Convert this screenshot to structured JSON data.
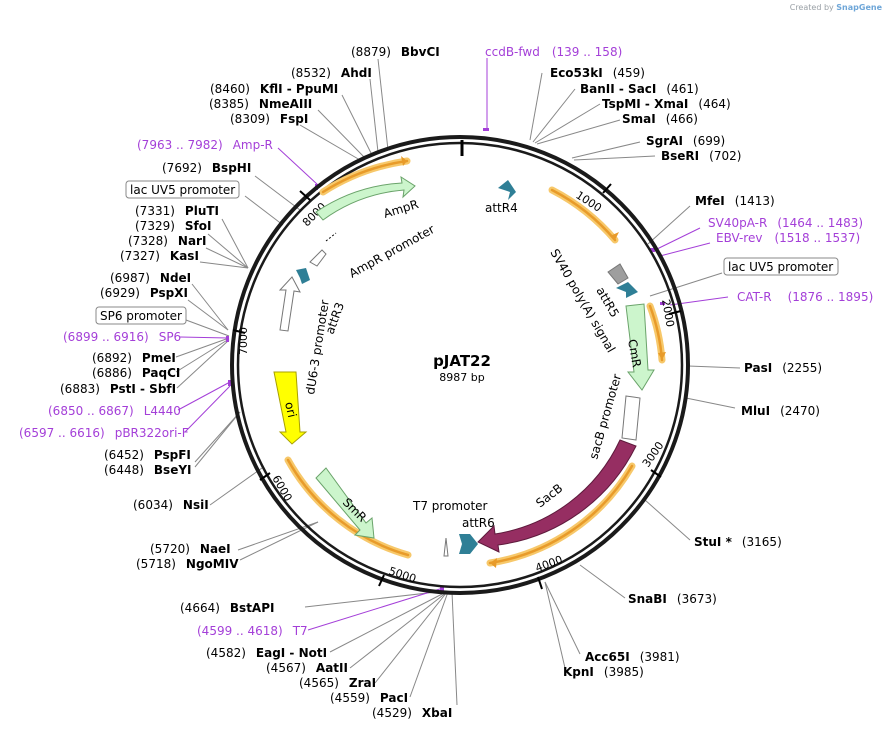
{
  "credit": {
    "prefix": "Created by",
    "brand": "SnapGene"
  },
  "plasmid": {
    "name": "pJAT22",
    "length": "8987 bp",
    "total_bp": 8987
  },
  "ticks": [
    "1000",
    "2000",
    "3000",
    "4000",
    "5000",
    "6000",
    "7000",
    "8000"
  ],
  "sites": [
    {
      "name": "BbvCI",
      "pos": "(8879)"
    },
    {
      "name": "AhdI",
      "pos": "(8532)"
    },
    {
      "name": "KflI - PpuMI",
      "pos": "(8460)"
    },
    {
      "name": "NmeAIII",
      "pos": "(8385)"
    },
    {
      "name": "FspI",
      "pos": "(8309)"
    },
    {
      "name": "BspHI",
      "pos": "(7692)"
    },
    {
      "name": "PluTI",
      "pos": "(7331)"
    },
    {
      "name": "SfoI",
      "pos": "(7329)"
    },
    {
      "name": "NarI",
      "pos": "(7328)"
    },
    {
      "name": "KasI",
      "pos": "(7327)"
    },
    {
      "name": "NdeI",
      "pos": "(6987)"
    },
    {
      "name": "PspXI",
      "pos": "(6929)"
    },
    {
      "name": "PmeI",
      "pos": "(6892)"
    },
    {
      "name": "PaqCI",
      "pos": "(6886)"
    },
    {
      "name": "PstI - SbfI",
      "pos": "(6883)"
    },
    {
      "name": "PspFI",
      "pos": "(6452)"
    },
    {
      "name": "BseYI",
      "pos": "(6448)"
    },
    {
      "name": "NsiI",
      "pos": "(6034)"
    },
    {
      "name": "NaeI",
      "pos": "(5720)"
    },
    {
      "name": "NgoMIV",
      "pos": "(5718)"
    },
    {
      "name": "BstAPI",
      "pos": "(4664)"
    },
    {
      "name": "EagI - NotI",
      "pos": "(4582)"
    },
    {
      "name": "AatII",
      "pos": "(4567)"
    },
    {
      "name": "ZraI",
      "pos": "(4565)"
    },
    {
      "name": "PacI",
      "pos": "(4559)"
    },
    {
      "name": "XbaI",
      "pos": "(4529)"
    },
    {
      "name": "Eco53kI",
      "pos": "(459)"
    },
    {
      "name": "BanII - SacI",
      "pos": "(461)"
    },
    {
      "name": "TspMI - XmaI",
      "pos": "(464)"
    },
    {
      "name": "SmaI",
      "pos": "(466)"
    },
    {
      "name": "SgrAI",
      "pos": "(699)"
    },
    {
      "name": "BseRI",
      "pos": "(702)"
    },
    {
      "name": "MfeI",
      "pos": "(1413)"
    },
    {
      "name": "PasI",
      "pos": "(2255)"
    },
    {
      "name": "MluI",
      "pos": "(2470)"
    },
    {
      "name": "StuI *",
      "pos": "(3165)"
    },
    {
      "name": "SnaBI",
      "pos": "(3673)"
    },
    {
      "name": "Acc65I",
      "pos": "(3981)"
    },
    {
      "name": "KpnI",
      "pos": "(3985)"
    }
  ],
  "primers": [
    {
      "name": "ccdB-fwd",
      "range": "(139 .. 158)"
    },
    {
      "name": "Amp-R",
      "range": "(7963 .. 7982)"
    },
    {
      "name": "SP6",
      "range": "(6899 .. 6916)"
    },
    {
      "name": "L4440",
      "range": "(6850 .. 6867)"
    },
    {
      "name": "pBR322ori-F",
      "range": "(6597 .. 6616)"
    },
    {
      "name": "T7",
      "range": "(4599 .. 4618)"
    },
    {
      "name": "SV40pA-R",
      "range": "(1464 .. 1483)"
    },
    {
      "name": "EBV-rev",
      "range": "(1518 .. 1537)"
    },
    {
      "name": "CAT-R",
      "range": "(1876 .. 1895)"
    }
  ],
  "boxed_features": [
    "lac UV5 promoter",
    "SP6 promoter",
    "lac UV5 promoter"
  ],
  "features": {
    "attR4": "attR4",
    "attR3": "attR3",
    "attR5": "attR5",
    "attR6": "attR6",
    "ampR": "AmpR",
    "ampR_promoter": "AmpR promoter",
    "du6": "dU6-3 promoter",
    "ori": "ori",
    "smR": "SmR",
    "t7_promoter": "T7 promoter",
    "sacB": "SacB",
    "sacB_promoter": "sacB promoter",
    "cmR": "CmR",
    "sv40": "SV40 poly(A) signal"
  },
  "colors": {
    "ring": "#1a1a1a",
    "primer": "#a43fd8",
    "attR": "#2f7f96",
    "resistance": "#ccf5cc",
    "ori": "#ffff00",
    "sacB": "#962e62",
    "orf_orange": "#e89b2a",
    "orf_gold": "#f7c86a"
  }
}
